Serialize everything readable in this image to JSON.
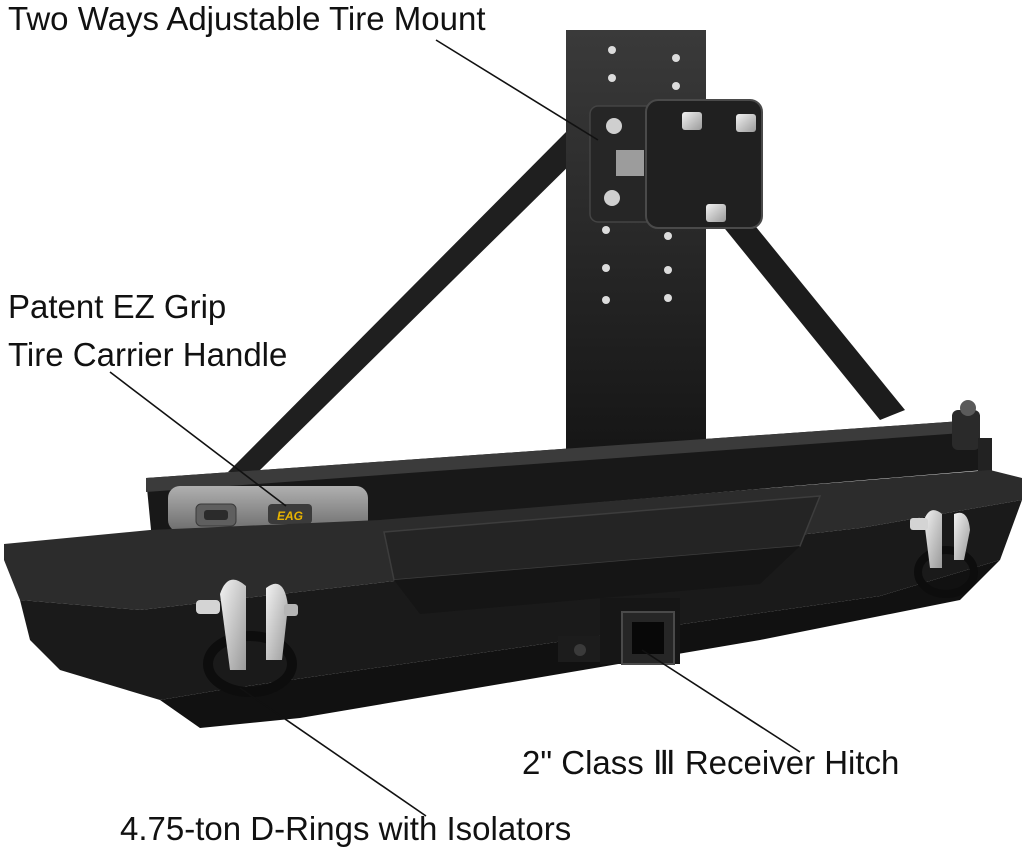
{
  "callouts": {
    "tire_mount": "Two Ways Adjustable Tire Mount",
    "handle_line1": "Patent EZ Grip",
    "handle_line2": "Tire Carrier Handle",
    "hitch": "2\" Class Ⅲ Receiver Hitch",
    "d_rings": "4.75-ton D-Rings with Isolators"
  },
  "handle_logo": "EAG",
  "colors": {
    "background": "#ffffff",
    "steel": "#1b1b1b",
    "steel_highlight": "#3a3a3a",
    "handle_gray": "#8e8e8e",
    "logo_yellow": "#e9b400",
    "shackle_silver": "#c9c9c9",
    "leader_line": "#111111"
  }
}
